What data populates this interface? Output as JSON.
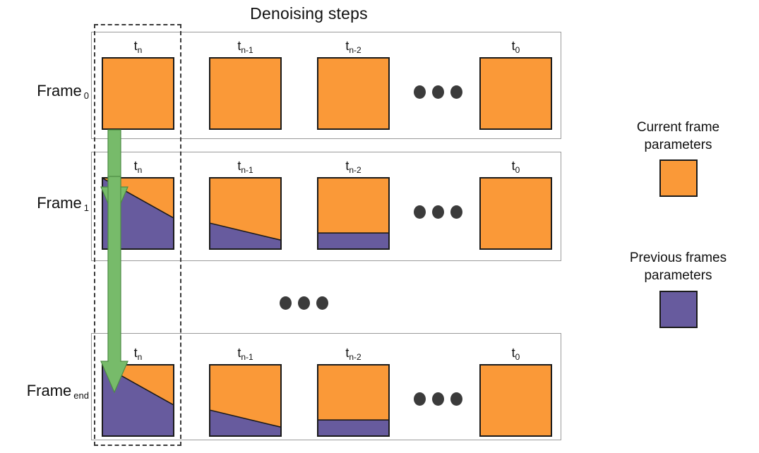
{
  "title": "Denoising steps",
  "colors": {
    "current_frame": "#FA9938",
    "previous_frames": "#675B9E",
    "arrow": "#77BB6A",
    "outline": "#1A1A1A",
    "row_border": "#9A9A9A",
    "dashed_border": "#3A3A3A",
    "dot": "#3B3B3B"
  },
  "step_labels": {
    "tn": "t",
    "tn_sub": "n",
    "tn1": "t",
    "tn1_sub": "n-1",
    "tn2": "t",
    "tn2_sub": "n-2",
    "t0": "t",
    "t0_sub": "0"
  },
  "rows": [
    {
      "label": "Frame",
      "label_sub": "0",
      "cells": [
        {
          "step": "t",
          "step_sub": "n",
          "fill_type": "solid-orange",
          "previous_fraction": 0.0
        },
        {
          "step": "t",
          "step_sub": "n-1",
          "fill_type": "solid-orange",
          "previous_fraction": 0.0
        },
        {
          "step": "t",
          "step_sub": "n-2",
          "fill_type": "solid-orange",
          "previous_fraction": 0.0
        },
        {
          "step": "t",
          "step_sub": "0",
          "fill_type": "solid-orange",
          "previous_fraction": 0.0
        }
      ],
      "ellipsis": "• • •"
    },
    {
      "label": "Frame",
      "label_sub": "1",
      "cells": [
        {
          "step": "t",
          "step_sub": "n",
          "fill_type": "diagonal-split",
          "split_left": 0.0,
          "split_right": 0.56
        },
        {
          "step": "t",
          "step_sub": "n-1",
          "fill_type": "diagonal-split",
          "split_left": 0.64,
          "split_right": 0.88
        },
        {
          "step": "t",
          "step_sub": "n-2",
          "fill_type": "horizontal-split",
          "split_left": 0.78,
          "split_right": 0.78
        },
        {
          "step": "t",
          "step_sub": "0",
          "fill_type": "solid-orange",
          "split_left": 1.0,
          "split_right": 1.0
        }
      ],
      "ellipsis": "• • •"
    },
    {
      "label": "Frame",
      "label_sub": "end",
      "cells": [
        {
          "step": "t",
          "step_sub": "n",
          "fill_type": "diagonal-split",
          "split_left": 0.0,
          "split_right": 0.56
        },
        {
          "step": "t",
          "step_sub": "n-1",
          "fill_type": "diagonal-split",
          "split_left": 0.64,
          "split_right": 0.88
        },
        {
          "step": "t",
          "step_sub": "n-2",
          "fill_type": "horizontal-split",
          "split_left": 0.78,
          "split_right": 0.78
        },
        {
          "step": "t",
          "step_sub": "0",
          "fill_type": "solid-orange",
          "split_left": 1.0,
          "split_right": 1.0
        }
      ],
      "ellipsis": "• • •"
    }
  ],
  "vertical_ellipsis": "• • •",
  "legend": {
    "current": {
      "line1": "Current frame",
      "line2": "parameters"
    },
    "previous": {
      "line1": "Previous frames",
      "line2": "parameters"
    }
  }
}
